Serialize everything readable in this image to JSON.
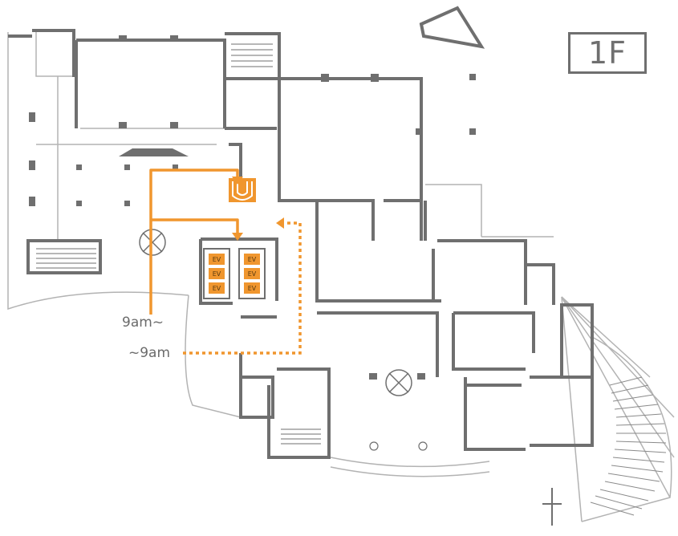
{
  "floor_label": "1F",
  "routes": {
    "after_9am": {
      "label": "9am~",
      "style": "solid",
      "color": "#f0962e"
    },
    "before_9am": {
      "label": "~9am",
      "style": "dotted",
      "color": "#f0962e"
    }
  },
  "elevators": {
    "label": "EV",
    "count": 6,
    "color": "#f0962e"
  },
  "colors": {
    "walls": "#6f6f6f",
    "wall_light": "#b3b3b3",
    "route": "#f0962e"
  }
}
